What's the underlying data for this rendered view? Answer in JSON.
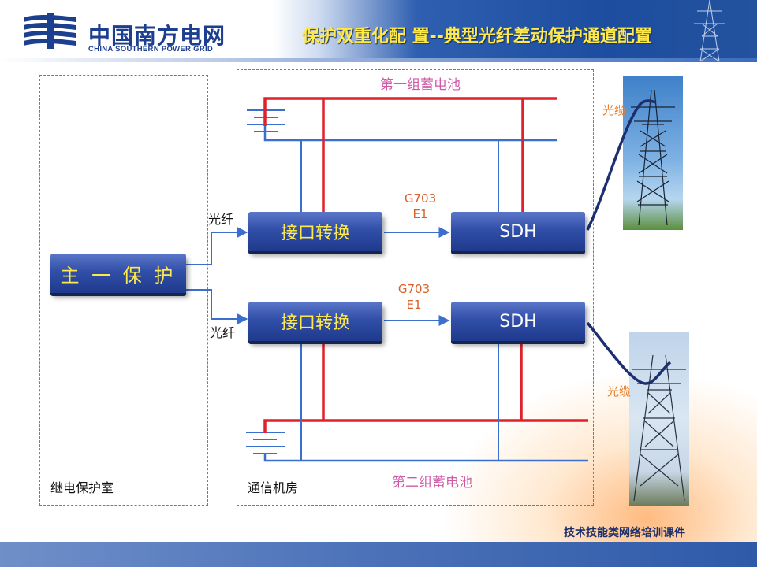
{
  "header": {
    "logo_cn": "中国南方电网",
    "logo_en": "CHINA SOUTHERN POWER GRID",
    "title": "保护双重化配 置--典型光纤差动保护通道配置"
  },
  "footer": {
    "text": "技术技能类网络培训课件"
  },
  "regions": {
    "relay_room": "继电保护室",
    "comm_room": "通信机房"
  },
  "boxes": {
    "main_protection": "主 一 保 护",
    "converter_1": "接口转换",
    "sdh_1": "SDH",
    "converter_2": "接口转换",
    "sdh_2": "SDH"
  },
  "labels": {
    "fiber_1": "光纤",
    "fiber_2": "光纤",
    "battery_1": "第一组蓄电池",
    "battery_2": "第二组蓄电池",
    "link_1_line1": "G703",
    "link_1_line2": "E1",
    "link_2_line1": "G703",
    "link_2_line2": "E1",
    "cable_1": "光缆",
    "cable_2": "光缆"
  },
  "colors": {
    "positive_bus": "#e0202a",
    "negative_bus": "#3a6fd0",
    "box_fill": "#2f4ea6",
    "title_yellow": "#ffe94a",
    "cable_dark": "#1c2f6e"
  }
}
